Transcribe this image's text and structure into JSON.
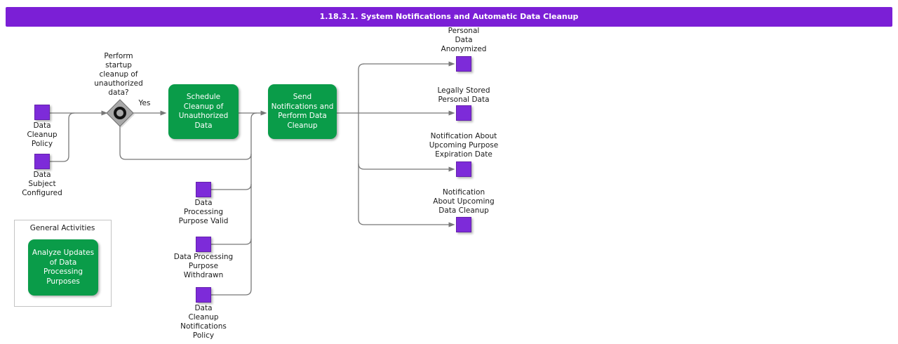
{
  "title": "1.18.3.1. System Notifications and Automatic Data Cleanup",
  "decision": {
    "question": "Perform\nstartup\ncleanup of\nunauthorized\ndata?",
    "yes_label": "Yes"
  },
  "activities": {
    "schedule": {
      "label": "Schedule\nCleanup of\nUnauthorized\nData"
    },
    "send": {
      "label": "Send\nNotifications and\nPerform Data\nCleanup"
    },
    "analyze": {
      "label": "Analyze Updates\nof Data\nProcessing\nPurposes"
    }
  },
  "general": {
    "title": "General Activities"
  },
  "inputs": [
    {
      "label": "Data\nCleanup\nPolicy"
    },
    {
      "label": "Data\nSubject\nConfigured"
    },
    {
      "label": "Data\nProcessing\nPurpose Valid"
    },
    {
      "label": "Data Processing\nPurpose\nWithdrawn"
    },
    {
      "label": "Data\nCleanup\nNotifications\nPolicy"
    }
  ],
  "outputs": [
    {
      "label": "Personal\nData\nAnonymized"
    },
    {
      "label": "Legally Stored\nPersonal Data"
    },
    {
      "label": "Notification About\nUpcoming Purpose\nExpiration Date"
    },
    {
      "label": "Notification\nAbout Upcoming\nData Cleanup"
    }
  ],
  "colors": {
    "title_bar": "#7b1fd6",
    "data_object": "#7d2bd9",
    "activity": "#0a9c49",
    "connector": "#787878",
    "decision_fill": "#a8a8a8"
  }
}
